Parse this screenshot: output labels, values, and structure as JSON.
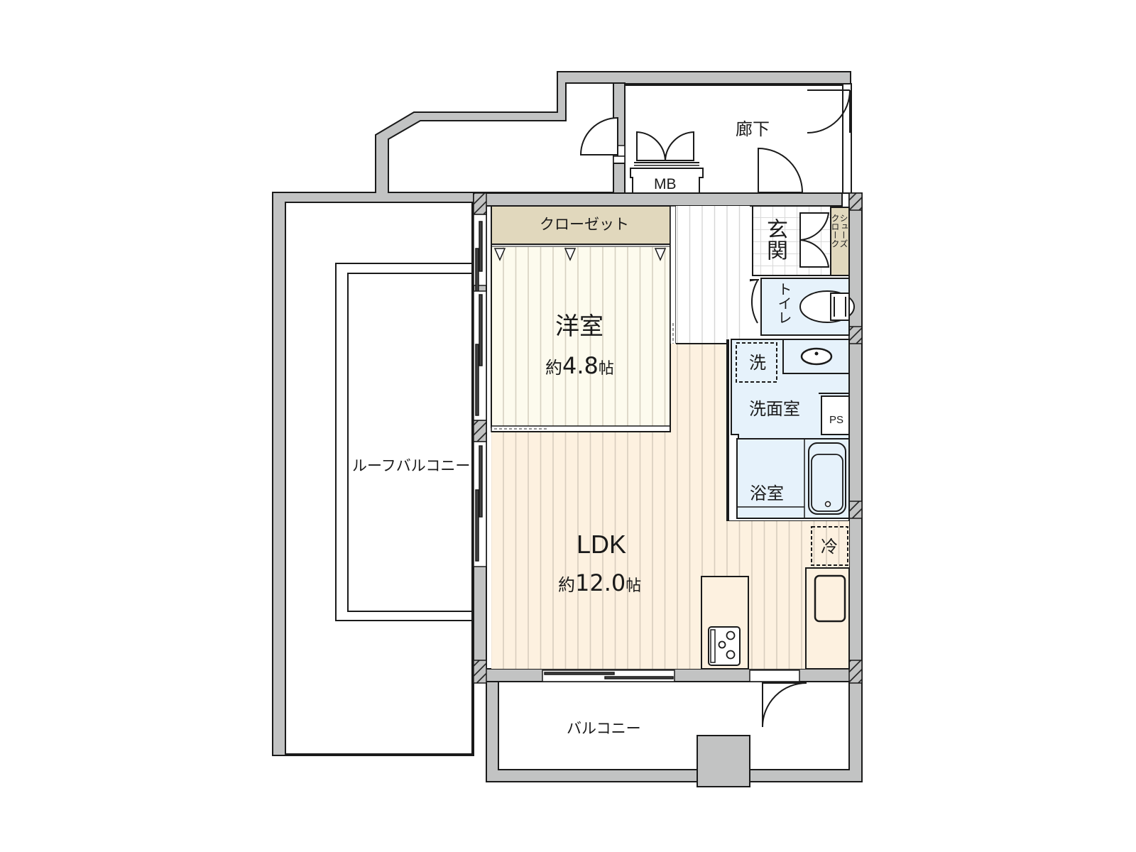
{
  "colors": {
    "wall": "#c2c3c3",
    "wall_stroke": "#1a1a1a",
    "western_room_floor": "#fdfbee",
    "ldk_floor": "#fdf1e0",
    "closet": "#e1d8bd",
    "wet_area": "#e6f2fb",
    "floor_stripe": "#d2cdc2",
    "background": "#ffffff"
  },
  "rooms": {
    "corridor": {
      "name": "廊下"
    },
    "meter_box": {
      "name": "MB"
    },
    "closet": {
      "name": "クローゼット"
    },
    "western_room": {
      "name": "洋室",
      "area_prefix": "約",
      "area_value": "4.8",
      "area_unit": "帖"
    },
    "entrance": {
      "name": "玄関"
    },
    "shoe_closet": {
      "name_line1": "シューズ",
      "name_line2": "クローク"
    },
    "toilet": {
      "name": "トイレ"
    },
    "washer_space": {
      "name": "洗"
    },
    "washroom": {
      "name": "洗面室"
    },
    "pipe_space": {
      "name": "PS"
    },
    "bathroom": {
      "name": "浴室"
    },
    "fridge_space": {
      "name": "冷"
    },
    "ldk": {
      "name": "LDK",
      "area_prefix": "約",
      "area_value": "12.0",
      "area_unit": "帖"
    },
    "roof_balcony": {
      "name": "ルーフバルコニー"
    },
    "balcony": {
      "name": "バルコニー"
    }
  }
}
